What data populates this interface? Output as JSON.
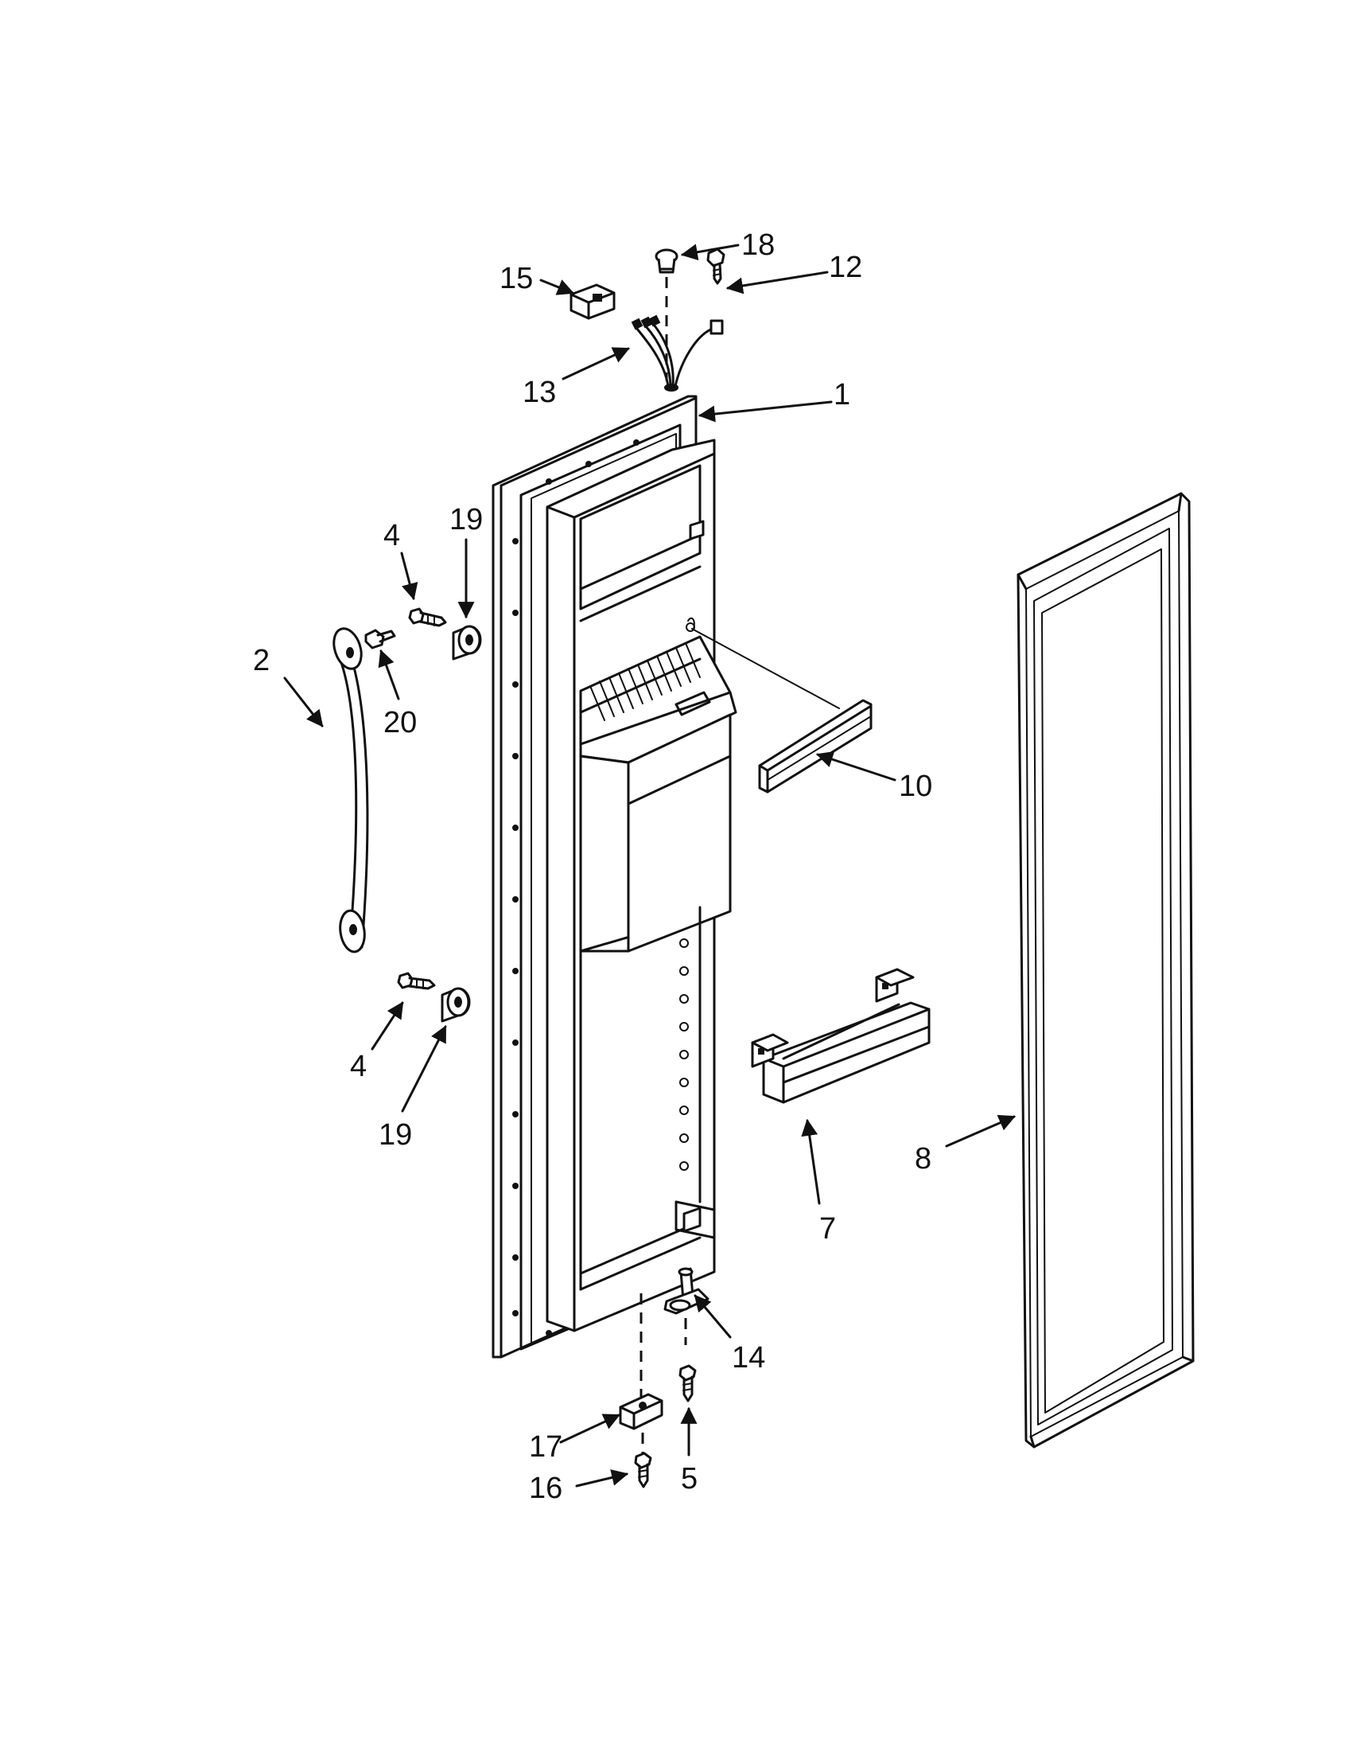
{
  "callouts": [
    {
      "id": "c1",
      "text": "1"
    },
    {
      "id": "c2",
      "text": "2"
    },
    {
      "id": "c4a",
      "text": "4"
    },
    {
      "id": "c4b",
      "text": "4"
    },
    {
      "id": "c5",
      "text": "5"
    },
    {
      "id": "c7",
      "text": "7"
    },
    {
      "id": "c8",
      "text": "8"
    },
    {
      "id": "c10",
      "text": "10"
    },
    {
      "id": "c12",
      "text": "12"
    },
    {
      "id": "c13",
      "text": "13"
    },
    {
      "id": "c14",
      "text": "14"
    },
    {
      "id": "c15",
      "text": "15"
    },
    {
      "id": "c16",
      "text": "16"
    },
    {
      "id": "c17",
      "text": "17"
    },
    {
      "id": "c18",
      "text": "18"
    },
    {
      "id": "c19a",
      "text": "19"
    },
    {
      "id": "c19b",
      "text": "19"
    },
    {
      "id": "c20",
      "text": "20"
    }
  ]
}
